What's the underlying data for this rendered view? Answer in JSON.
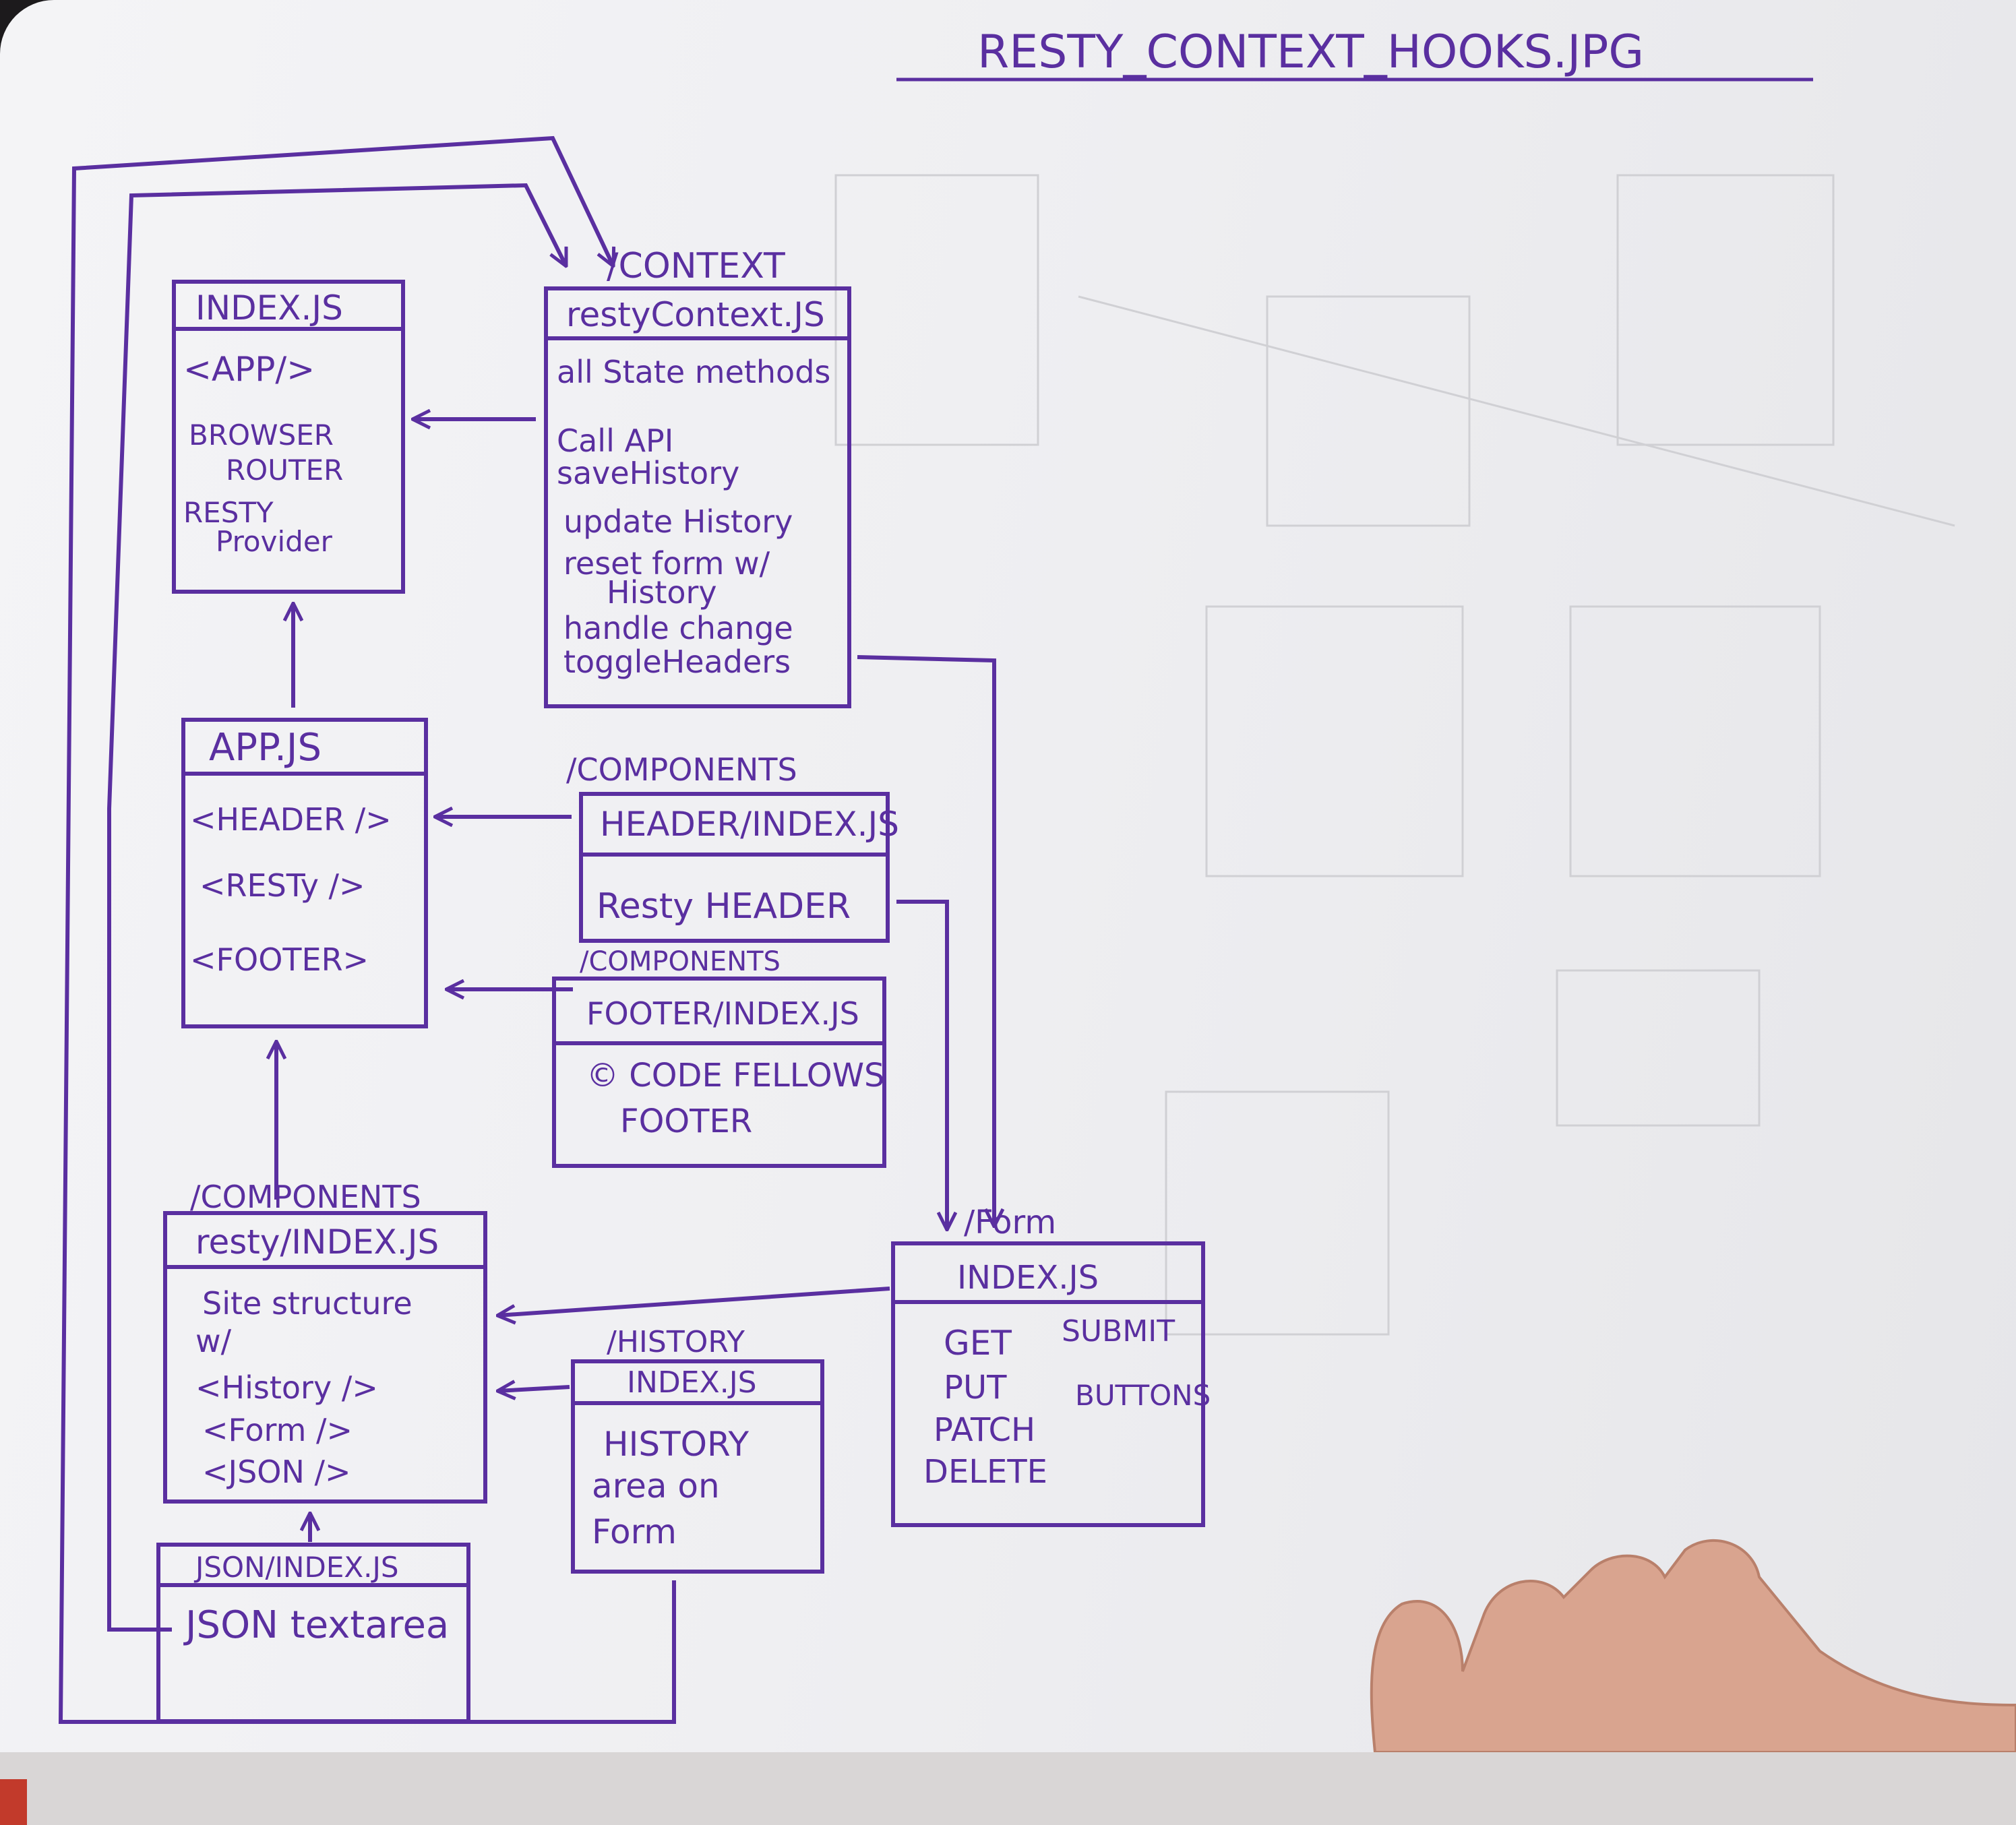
{
  "title": "RESTY_CONTEXT_HOOKS.JPG",
  "colors": {
    "ink": "#5a2fa0",
    "paper": "#f2f2f4",
    "background": "#1c1a1c"
  },
  "boxes": {
    "index_js": {
      "header": "INDEX.JS",
      "lines": [
        "<APP/>",
        "BROWSER",
        "ROUTER",
        "RESTY",
        "Provider"
      ]
    },
    "context": {
      "folder": "/CONTEXT",
      "header": "restyContext.JS",
      "lines": [
        "all State methods",
        "Call API",
        "saveHistory",
        "update History",
        "reset form w/",
        "History",
        "handle change",
        "toggleHeaders"
      ]
    },
    "app_js": {
      "header": "APP.JS",
      "lines": [
        "<HEADER />",
        "<RESTy />",
        "<FOOTER>"
      ]
    },
    "header": {
      "folder": "/COMPONENTS",
      "header": "HEADER/INDEX.JS",
      "lines": [
        "Resty HEADER"
      ]
    },
    "footer": {
      "folder": "/COMPONENTS",
      "header": "FOOTER/INDEX.JS",
      "lines": [
        "© CODE FELLOWS",
        "FOOTER"
      ]
    },
    "resty": {
      "folder": "/COMPONENTS",
      "header": "resty/INDEX.JS",
      "lines": [
        "Site structure",
        "w/",
        "<History />",
        "<Form />",
        "<JSON />"
      ]
    },
    "history": {
      "folder": "/HISTORY",
      "header": "INDEX.JS",
      "lines": [
        "HISTORY",
        "area on",
        "Form"
      ]
    },
    "form": {
      "folder": "/Form",
      "header": "INDEX.JS",
      "lines": [
        "GET",
        "PUT",
        "PATCH",
        "DELETE",
        "SUBMIT",
        "BUTTONS"
      ]
    },
    "json": {
      "header": "JSON/INDEX.JS",
      "lines": [
        "JSON textarea"
      ]
    }
  }
}
